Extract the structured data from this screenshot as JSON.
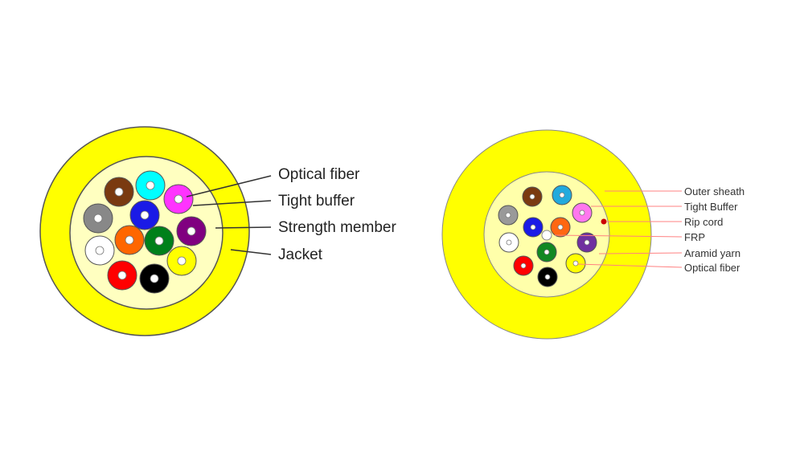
{
  "left_diagram": {
    "labels": [
      "Optical fiber",
      "Tight buffer",
      "Strength member",
      "Jacket"
    ],
    "colors": {
      "jacket": "#ffff00",
      "strength": "#ffffc0"
    },
    "fiber_colors": [
      "#7a3a10",
      "#00ffff",
      "#ff33ff",
      "#888888",
      "#1a1ae6",
      "#800080",
      "#ffffff",
      "#ff6600",
      "#00801a",
      "#ffff00",
      "#ff0000",
      "#000000"
    ]
  },
  "right_diagram": {
    "labels": [
      "Outer sheath",
      "Tight Buffer",
      "Rip cord",
      "FRP",
      "Aramid yarn",
      "Optical fiber"
    ],
    "colors": {
      "sheath": "#ffff00",
      "aramid": "#ffffaa",
      "leader": "#ff8080",
      "rip_cord": "#cc0000"
    },
    "fiber_colors": [
      "#7a3a10",
      "#22aadd",
      "#ff77ee",
      "#999999",
      "#1a1ae6",
      "#ff6611",
      "#ffffff",
      "#7030a0",
      "#118822",
      "#ffff00",
      "#ff0000",
      "#000000"
    ]
  }
}
